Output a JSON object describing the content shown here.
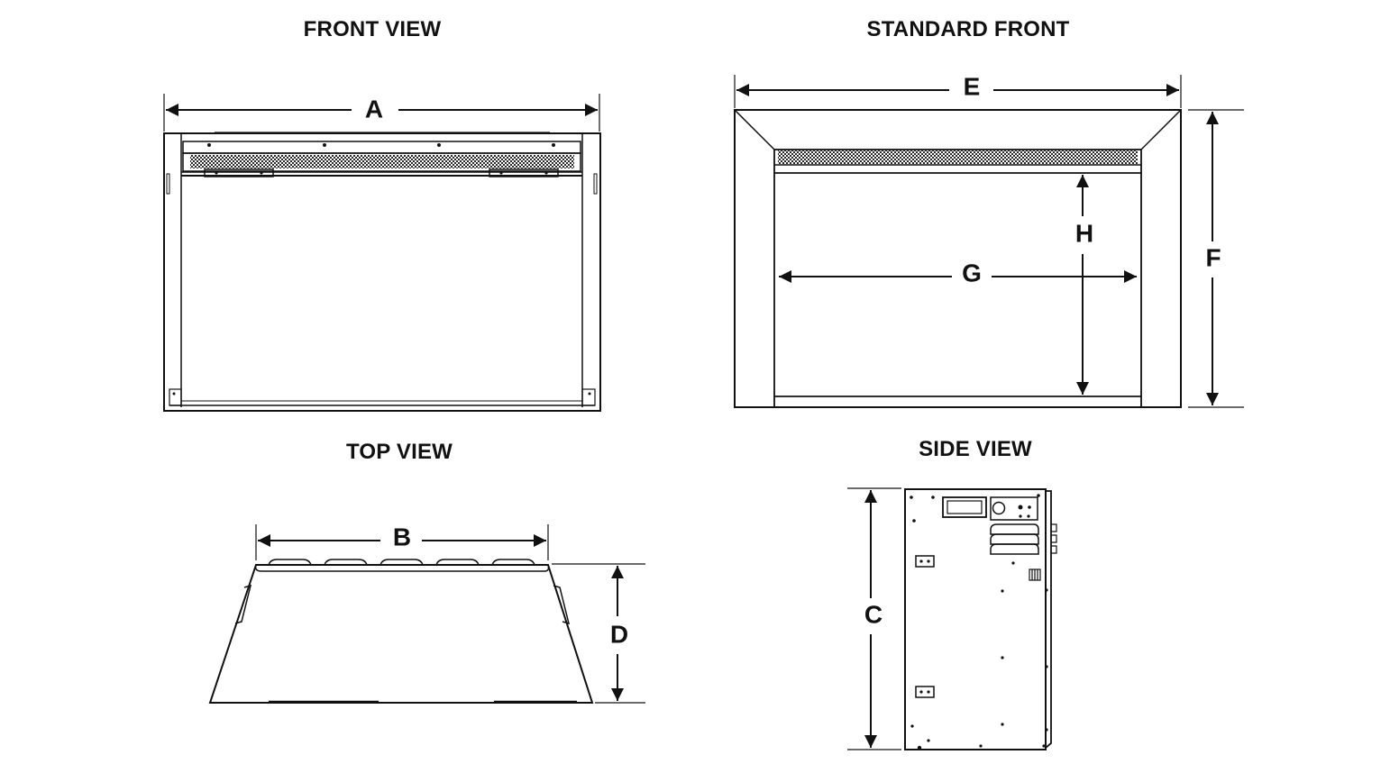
{
  "views": {
    "front_view": {
      "title": "FRONT VIEW"
    },
    "standard_front": {
      "title": "STANDARD FRONT"
    },
    "top_view": {
      "title": "TOP VIEW"
    },
    "side_view": {
      "title": "SIDE VIEW"
    }
  },
  "dimensions": {
    "A": "A",
    "B": "B",
    "C": "C",
    "D": "D",
    "E": "E",
    "F": "F",
    "G": "G",
    "H": "H"
  },
  "colors": {
    "line": "#111111",
    "mesh": "#2a2a2a",
    "background": "#ffffff"
  }
}
